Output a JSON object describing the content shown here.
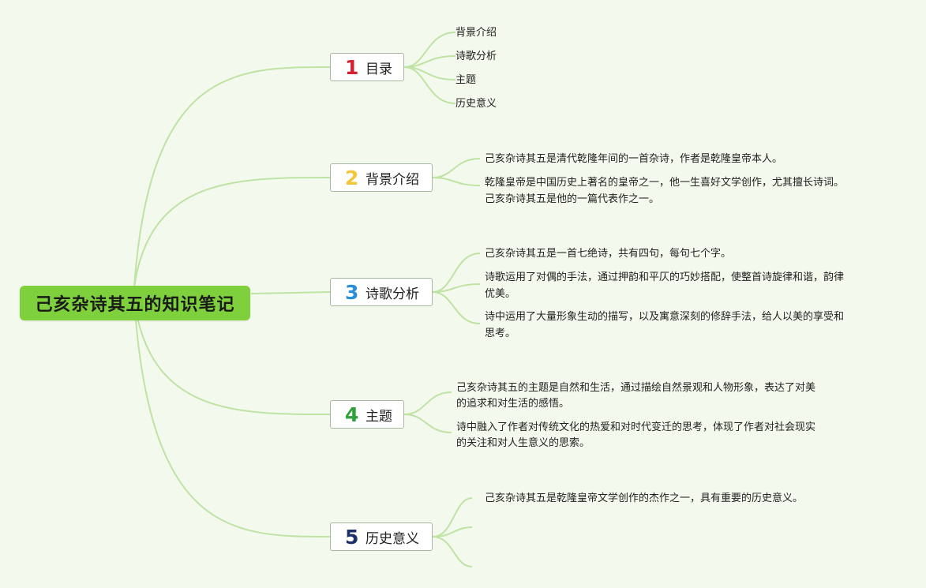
{
  "colors": {
    "background": "#f3f9ec",
    "root": "#7ed03c",
    "connector": "#bfe3a4",
    "num_1": "#d62030",
    "num_2": "#f2c53a",
    "num_3": "#2a8fd8",
    "num_4": "#2ea03c",
    "num_5": "#1d2f6a"
  },
  "root": {
    "title": "己亥杂诗其五的知识笔记"
  },
  "branches": [
    {
      "num": "1",
      "label": "目录",
      "leaves": [
        "背景介绍",
        "诗歌分析",
        "主题",
        "历史意义"
      ]
    },
    {
      "num": "2",
      "label": "背景介绍",
      "leaves": [
        "己亥杂诗其五是清代乾隆年间的一首杂诗，作者是乾隆皇帝本人。",
        "乾隆皇帝是中国历史上著名的皇帝之一，他一生喜好文学创作，尤其擅长诗词。",
        "己亥杂诗其五是他的一篇代表作之一。"
      ]
    },
    {
      "num": "3",
      "label": "诗歌分析",
      "leaves": [
        "己亥杂诗其五是一首七绝诗，共有四句，每句七个字。",
        "诗歌运用了对偶的手法，通过押韵和平仄的巧妙搭配，使整首诗旋律和谐，韵律",
        "优美。",
        "诗中运用了大量形象生动的描写，以及寓意深刻的修辞手法，给人以美的享受和",
        "思考。"
      ]
    },
    {
      "num": "4",
      "label": "主题",
      "leaves": [
        "己亥杂诗其五的主题是自然和生活，通过描绘自然景观和人物形象，表达了对美",
        "的追求和对生活的感悟。",
        "诗中融入了作者对传统文化的热爱和对时代变迁的思考，体现了作者对社会现实",
        "的关注和对人生意义的思索。"
      ]
    },
    {
      "num": "5",
      "label": "历史意义",
      "leaves": [
        "己亥杂诗其五是乾隆皇帝文学创作的杰作之一，具有重要的历史意义。"
      ]
    }
  ]
}
